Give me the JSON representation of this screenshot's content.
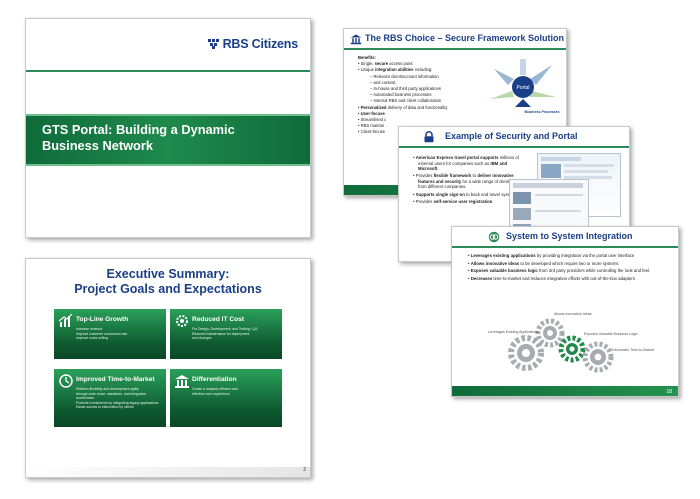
{
  "slide1": {
    "logo": "RBS Citizens",
    "title": "GTS  Portal: Building a Dynamic Business Network"
  },
  "slide2": {
    "title_line1": "Executive Summary:",
    "title_line2": "Project Goals and Expectations",
    "page_number": "2",
    "tiles": [
      {
        "heading": "Top-Line Growth",
        "lines": [
          "Increase revenue",
          "Improve customer conversion rate",
          "Improve cross selling"
        ]
      },
      {
        "heading": "Reduced IT Cost",
        "lines": [
          "For Design, Development, and Testing / QA",
          "Reduced maintenance for deployment",
          "and changes"
        ]
      },
      {
        "heading": "Improved Time-to-Market",
        "lines": [
          "Platform flexibility and development agility",
          "through code reuse, standards, and integration",
          "acceleration",
          "Protects investments by integrating legacy applications",
          "Easier access to information by clients"
        ]
      },
      {
        "heading": "Differentiation",
        "lines": [
          "Create a uniquely efficient and",
          "effective user experience"
        ]
      }
    ]
  },
  "slide3": {
    "title": "The RBS Choice – Secure Framework Solution",
    "benefits_label": "Benefits:",
    "items": [
      {
        "pre": "Single, ",
        "bold": "secure",
        "post": " access point",
        "sub": false
      },
      {
        "pre": "Unique ",
        "bold": "integration abilities",
        "post": " including:",
        "sub": false
      },
      {
        "pre": "Relevant client/account information",
        "bold": "",
        "post": "",
        "sub": true
      },
      {
        "pre": "and content,",
        "bold": "",
        "post": "",
        "sub": true
      },
      {
        "pre": "In-house and third party applications",
        "bold": "",
        "post": "",
        "sub": true
      },
      {
        "pre": "Automated business processes",
        "bold": "",
        "post": "",
        "sub": true
      },
      {
        "pre": "Internal RBS and client collaboration",
        "bold": "",
        "post": "",
        "sub": true
      },
      {
        "pre": "",
        "bold": "Personalized",
        "post": " delivery of data and functionality",
        "sub": false
      },
      {
        "pre": "",
        "bold": "User-focuse",
        "post": "",
        "sub": false
      },
      {
        "pre": "Streamlined c",
        "bold": "",
        "post": "",
        "sub": false
      },
      {
        "pre": "RBS maintai",
        "bold": "",
        "post": "",
        "sub": false
      },
      {
        "pre": "Client-focuse",
        "bold": "",
        "post": "",
        "sub": false
      }
    ],
    "diagram": {
      "center": "Portal",
      "bottom": "Business Processes"
    }
  },
  "slide4": {
    "title": "Example of Security and Portal",
    "bullets": [
      {
        "pre": "",
        "bold": "American Express travel portal supports",
        "post": " millions of external users for companies such as ",
        "bold2": "IBM and Microsoft",
        "post2": "."
      },
      {
        "pre": "Provides ",
        "bold": "flexible framework",
        "post": " to ",
        "bold2": "deliver innovative features and security",
        "post2": " for a wide range of clients from different companies."
      },
      {
        "pre": "",
        "bold": "Supports single sign-on",
        "post": " to back end travel systems.",
        "bold2": "",
        "post2": ""
      },
      {
        "pre": "Provides ",
        "bold": "self-service user registration",
        "post": "",
        "bold2": "",
        "post2": ""
      }
    ]
  },
  "slide5": {
    "title": "System to System Integration",
    "page_number": "18",
    "bullets": [
      {
        "pre": "",
        "bold": "Leverages existing applications",
        "post": " by providing integration via the portal user interface"
      },
      {
        "pre": "",
        "bold": "Allows innovative ideas",
        "post": " to be developed which require two or more systems"
      },
      {
        "pre": "",
        "bold": "Exposes valuable business logic",
        "post": " from 3rd party providers while controlling the look and feel."
      },
      {
        "pre": "",
        "bold": "Decreases",
        "post": " time-to-market and reduces integration efforts with out-of-the-box adapters"
      }
    ],
    "gear_labels": [
      "Allows Innovative Ideas",
      "Leverages Existing Applications",
      "Exposes Valuable Business Logic",
      "Decreases Time-to-Market"
    ]
  },
  "colors": {
    "brand_blue": "#1b3f87",
    "brand_green": "#1f8a4c"
  }
}
